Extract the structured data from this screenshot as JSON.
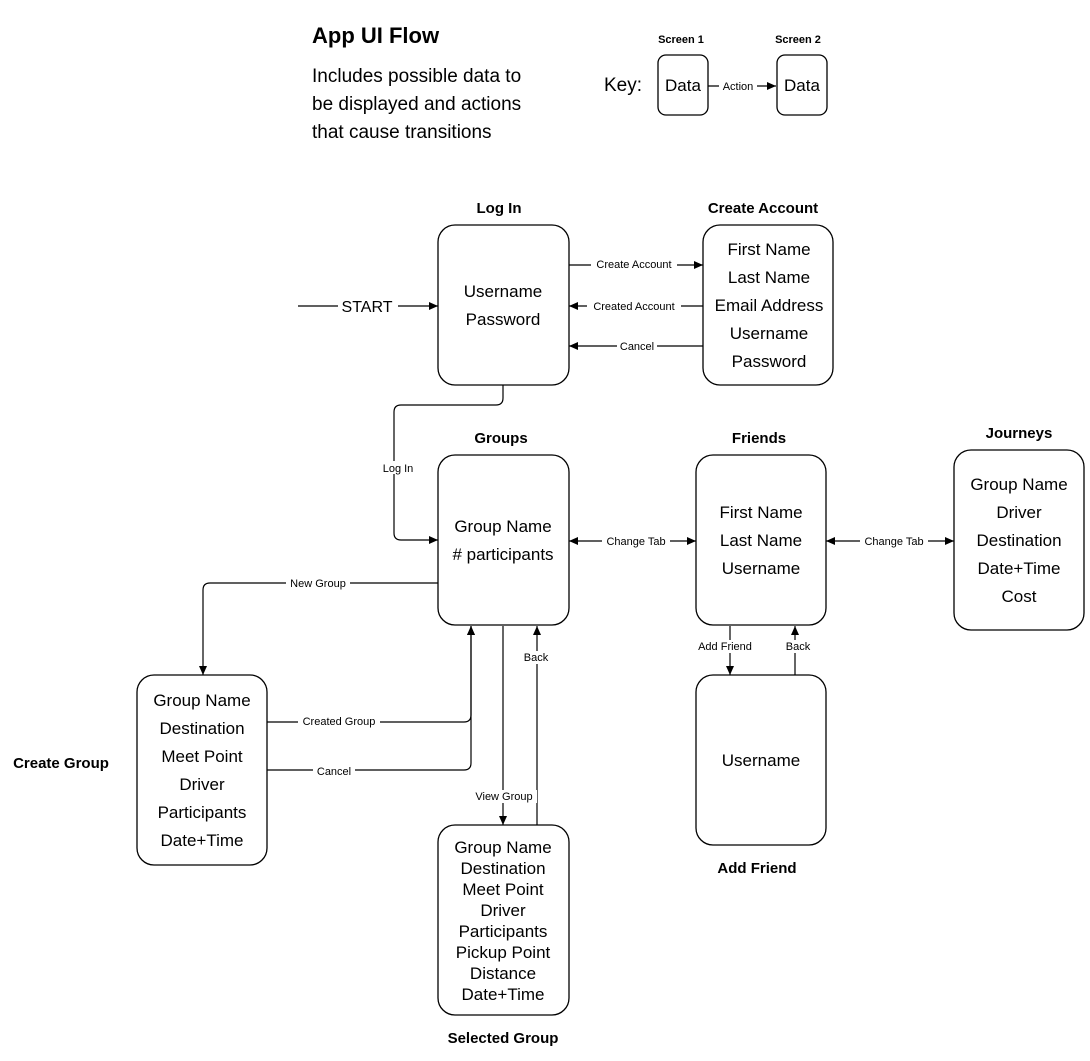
{
  "header": {
    "title": "App UI Flow",
    "subtitle_lines": [
      "Includes possible data to",
      "be displayed and actions",
      "that cause transitions"
    ]
  },
  "key": {
    "label": "Key:",
    "screen1_title": "Screen 1",
    "screen2_title": "Screen 2",
    "box1_text": "Data",
    "box2_text": "Data",
    "action_label": "Action"
  },
  "screens": {
    "login": {
      "title": "Log In",
      "fields": [
        "Username",
        "Password"
      ]
    },
    "create_account": {
      "title": "Create Account",
      "fields": [
        "First Name",
        "Last Name",
        "Email Address",
        "Username",
        "Password"
      ]
    },
    "groups": {
      "title": "Groups",
      "fields": [
        "Group Name",
        "# participants"
      ]
    },
    "friends": {
      "title": "Friends",
      "fields": [
        "First Name",
        "Last Name",
        "Username"
      ]
    },
    "journeys": {
      "title": "Journeys",
      "fields": [
        "Group Name",
        "Driver",
        "Destination",
        "Date+Time",
        "Cost"
      ]
    },
    "create_group": {
      "title": "Create Group",
      "fields": [
        "Group Name",
        "Destination",
        "Meet Point",
        "Driver",
        "Participants",
        "Date+Time"
      ]
    },
    "selected_group": {
      "title": "Selected Group",
      "fields": [
        "Group Name",
        "Destination",
        "Meet Point",
        "Driver",
        "Participants",
        "Pickup Point",
        "Distance",
        "Date+Time"
      ]
    },
    "add_friend": {
      "title": "Add Friend",
      "fields": [
        "Username"
      ]
    }
  },
  "transitions": {
    "start": "START",
    "create_account": "Create Account",
    "created_account": "Created Account",
    "cancel_account": "Cancel",
    "log_in": "Log In",
    "groups_friends": "Change Tab",
    "friends_journeys": "Change Tab",
    "new_group": "New Group",
    "created_group": "Created Group",
    "cancel_group": "Cancel",
    "view_group": "View Group",
    "back_group": "Back",
    "add_friend": "Add Friend",
    "back_friend": "Back"
  }
}
